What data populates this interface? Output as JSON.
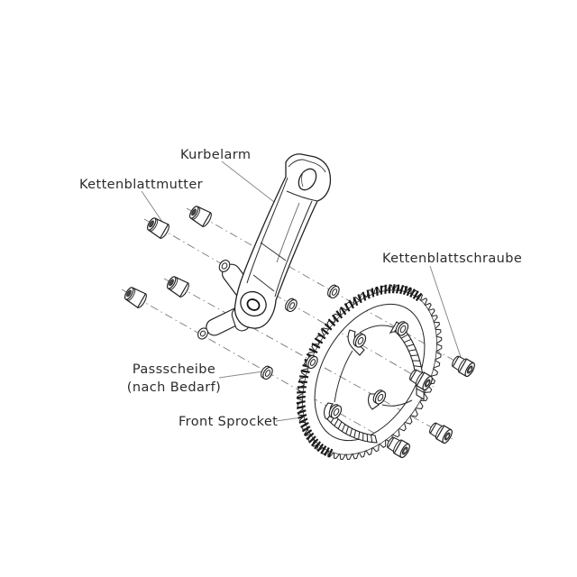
{
  "diagram": {
    "type": "exploded-view technical drawing",
    "subject": "bicycle crankset assembly",
    "background_color": "#ffffff",
    "ink_color": "#222222",
    "labels": {
      "kurbelarm": "Kurbelarm",
      "kettenblattmutter": "Kettenblattmutter",
      "kettenblattschraube": "Kettenblattschraube",
      "passscheibe_line1": "Passscheibe",
      "passscheibe_line2": "(nach Bedarf)",
      "front_sprocket": "Front Sprocket"
    },
    "parts": [
      {
        "name": "crank-arm",
        "label": "Kurbelarm",
        "count": 1
      },
      {
        "name": "chainring-nut",
        "label": "Kettenblattmutter",
        "count": 4
      },
      {
        "name": "shim-washer",
        "label": "Passscheibe (nach Bedarf)",
        "count": 4
      },
      {
        "name": "front-sprocket",
        "label": "Front Sprocket",
        "count": 1
      },
      {
        "name": "chainring-bolt",
        "label": "Kettenblattschraube",
        "count": 4
      }
    ]
  }
}
